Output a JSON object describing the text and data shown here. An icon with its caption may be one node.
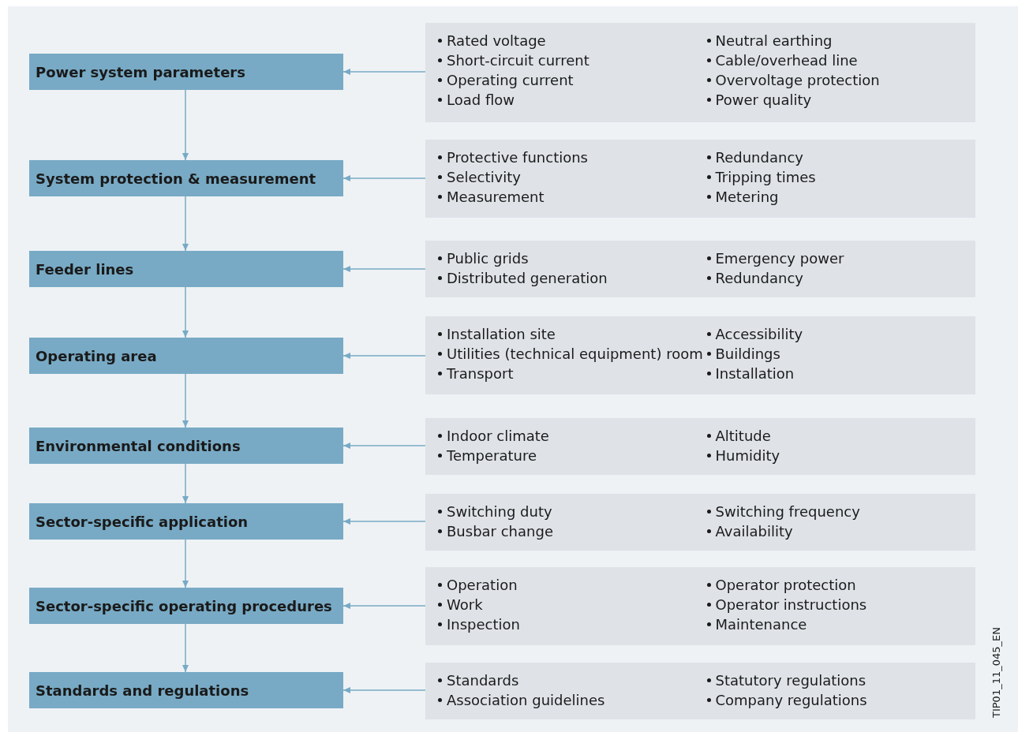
{
  "diagram": {
    "nodes": [
      {
        "text": [
          "Power system parameters"
        ]
      },
      {
        "text": [
          "Rated voltage",
          "Short-circuit current",
          "Operating current",
          "Load flow",
          "Neutral earthing",
          "Cable/overhead line",
          "Overvoltage protection",
          "Power quality"
        ]
      },
      {
        "text": [
          "System protection & measurement"
        ]
      },
      {
        "text": [
          "Protective functions",
          "Selectivity",
          "Measurement",
          "Redundancy",
          "Tripping times",
          "Metering"
        ]
      },
      {
        "text": [
          "Feeder lines"
        ]
      },
      {
        "text": [
          "Public grids",
          "Distributed generation",
          "Emergency power",
          "Redundancy"
        ]
      },
      {
        "text": [
          "Operating area"
        ]
      },
      {
        "text": [
          "Installation site",
          "Utilities (technical equipment) room",
          "Transport",
          "Accessibility",
          "Buildings",
          "Installation"
        ]
      },
      {
        "text": [
          "Environmental conditions"
        ]
      },
      {
        "text": [
          "Indoor climate",
          "Temperature",
          "Altitude",
          "Humidity"
        ]
      },
      {
        "text": [
          "Sector-specific application"
        ]
      },
      {
        "text": [
          "Switching duty",
          "Busbar change",
          "Switching frequency",
          "Availability"
        ]
      },
      {
        "text": [
          "Sector-specific operating procedures"
        ]
      },
      {
        "text": [
          "Operation",
          "Work",
          "Inspection",
          "Operator protection",
          "Operator instructions",
          "Maintenance"
        ]
      },
      {
        "text": [
          "Standards and regulations"
        ]
      },
      {
        "text": [
          "Standards",
          "Association guidelines",
          "Statutory regulations",
          "Company regulations"
        ]
      }
    ],
    "edges": [
      {
        "from": 1,
        "to": 0,
        "arrow": "to"
      },
      {
        "from": 0,
        "to": 2,
        "arrow": "to"
      },
      {
        "from": 3,
        "to": 2,
        "arrow": "to"
      },
      {
        "from": 2,
        "to": 4,
        "arrow": "to"
      },
      {
        "from": 5,
        "to": 4,
        "arrow": "to"
      },
      {
        "from": 4,
        "to": 6,
        "arrow": "to"
      },
      {
        "from": 7,
        "to": 6,
        "arrow": "to"
      },
      {
        "from": 6,
        "to": 8,
        "arrow": "to"
      },
      {
        "from": 9,
        "to": 8,
        "arrow": "to"
      },
      {
        "from": 8,
        "to": 10,
        "arrow": "to"
      },
      {
        "from": 11,
        "to": 10,
        "arrow": "to"
      },
      {
        "from": 10,
        "to": 12,
        "arrow": "to"
      },
      {
        "from": 13,
        "to": 12,
        "arrow": "to"
      },
      {
        "from": 12,
        "to": 14,
        "arrow": "to"
      },
      {
        "from": 15,
        "to": 14,
        "arrow": "to"
      }
    ],
    "labels": [
      "TIP01_11_045_EN"
    ]
  }
}
